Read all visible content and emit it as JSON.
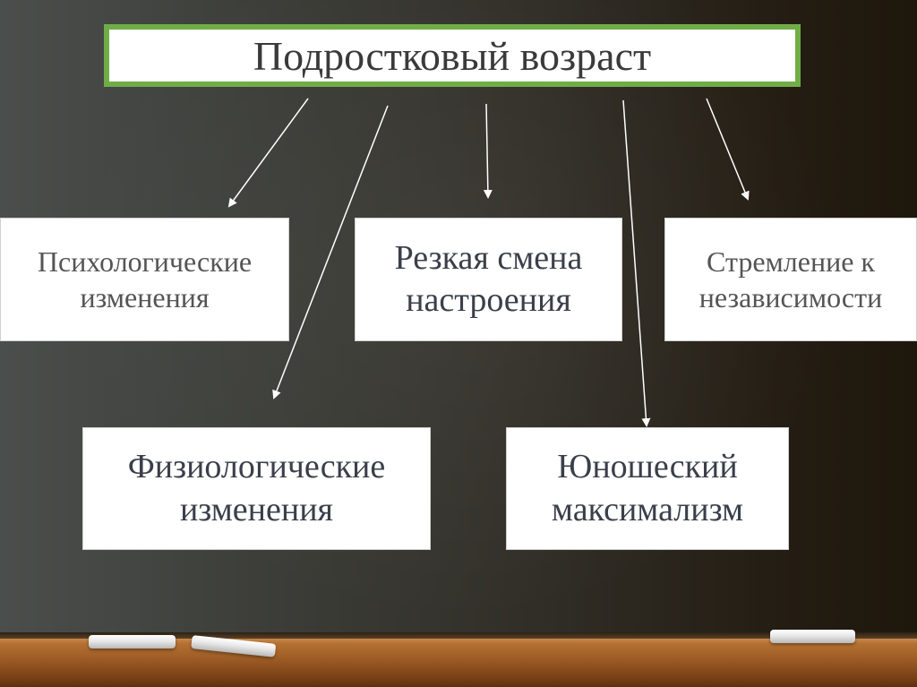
{
  "title": "Подростковый возраст",
  "nodes": {
    "psych_line1": "Психологические",
    "psych_line2": "изменения",
    "mood_line1": "Резкая смена",
    "mood_line2": "настроения",
    "independence_line1": "Стремление к",
    "independence_line2": "независимости",
    "physio_line1": "Физиологические",
    "physio_line2": "изменения",
    "maximalism_line1": "Юношеский",
    "maximalism_line2": "максимализм"
  },
  "colors": {
    "title_border": "#70ad47",
    "arrow": "#ffffff",
    "box_fill": "#ffffff"
  }
}
